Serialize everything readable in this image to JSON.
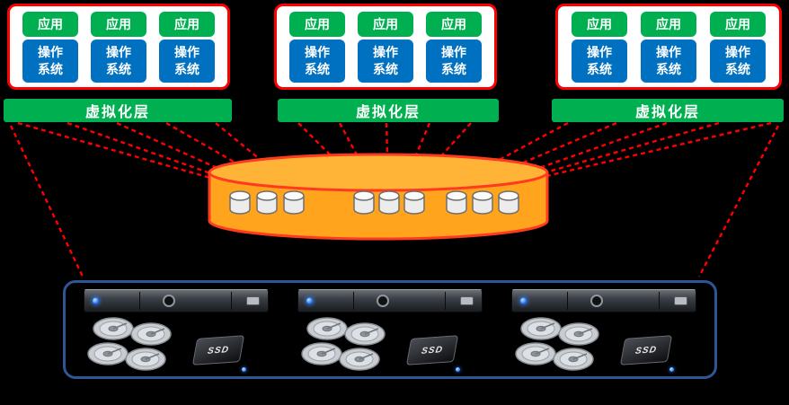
{
  "diagram": {
    "labels": {
      "app": "应用",
      "os": "操作\n系统",
      "virtualization_layer": "虚拟化层",
      "ssd": "SSD"
    },
    "colors": {
      "background": "#000000",
      "app_box": "#00B050",
      "os_box": "#0070C0",
      "virtualization_bar": "#00B050",
      "vm_group_border": "#FF0000",
      "vm_group_fill": "#FFFFFF",
      "storage_pool_fill": "#FFA41C",
      "storage_pool_stroke": "#FF3B1F",
      "connector_line": "#FF0000",
      "server_enclosure_border": "#2F5597"
    },
    "structure": {
      "vm_groups": 3,
      "vms_per_group": 3,
      "virtualization_bars": 3,
      "pool_disks": 9,
      "servers": 3,
      "hdds_per_server": 4,
      "ssds_per_server": 1
    }
  }
}
